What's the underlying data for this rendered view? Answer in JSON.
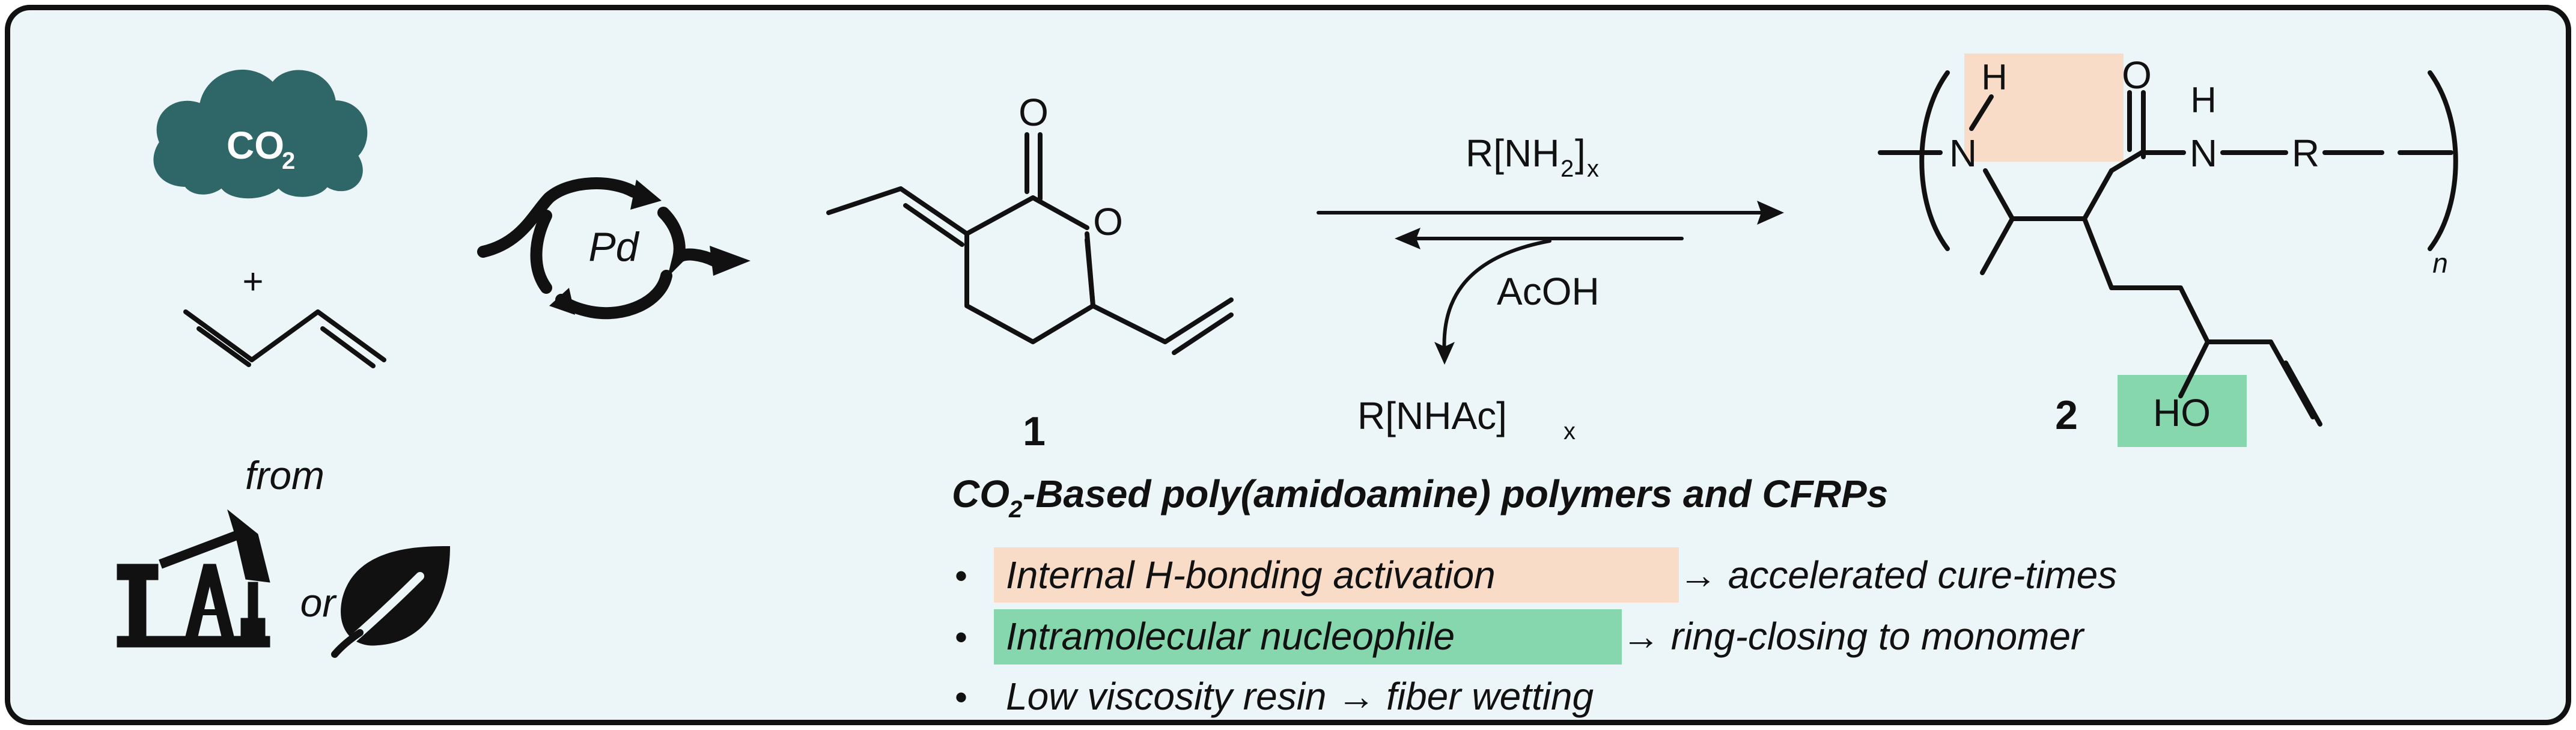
{
  "reactants": {
    "cloud_label": "CO",
    "cloud_subscript": "2",
    "plus": "+",
    "source_from": "from",
    "source_or": "or"
  },
  "catalyst": {
    "label": "Pd"
  },
  "compound1": {
    "carbonyl_O": "O",
    "ring_O": "O",
    "number": "1"
  },
  "reaction": {
    "forward_reagent": "R[NH",
    "forward_sub": "2",
    "forward_close": "]",
    "forward_x": "x",
    "reverse_reagent": "AcOH",
    "byproduct": "R[NHAc]",
    "byproduct_x": "x"
  },
  "compound2": {
    "H_left": "H",
    "N_left": "N",
    "carbonyl_O": "O",
    "H_right": "H",
    "N_right": "N",
    "R": "R",
    "n": "n",
    "HO": "HO",
    "number": "2"
  },
  "summary": {
    "title_co": "CO",
    "title_sub": "2",
    "title_rest": "-Based poly(amidoamine) polymers and CFRPs",
    "bullet_char": "•",
    "bullets": [
      {
        "highlight": "Internal H-bonding activation",
        "rest": " → accelerated cure-times"
      },
      {
        "highlight": "Intramolecular nucleophile",
        "rest": " → ring-closing to monomer"
      },
      {
        "plain": "Low viscosity resin → fiber wetting"
      }
    ]
  },
  "colors": {
    "background": "#ecf5f7",
    "cloud": "#2f6668",
    "hbond_highlight": "#f8dcc8",
    "nucleophile_highlight": "#86d6ae"
  }
}
